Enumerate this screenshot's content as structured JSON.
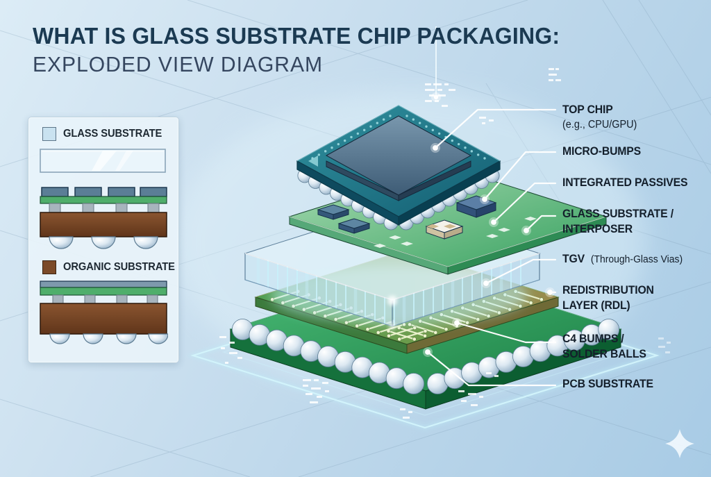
{
  "title": {
    "line1": "WHAT IS GLASS SUBSTRATE CHIP PACKAGING:",
    "line2": "EXPLODED VIEW DIAGRAM"
  },
  "legend": {
    "items": [
      {
        "label": "GLASS SUBSTRATE",
        "swatch_color": "#c9e2f0"
      },
      {
        "label": "ORGANIC SUBSTRATE",
        "swatch_color": "#7b4a28"
      }
    ]
  },
  "labels": [
    {
      "title": "TOP CHIP",
      "subtitle": "(e.g., CPU/GPU)"
    },
    {
      "title": "MICRO-BUMPS",
      "subtitle": ""
    },
    {
      "title": "INTEGRATED PASSIVES",
      "subtitle": ""
    },
    {
      "title": "GLASS SUBSTRATE /",
      "subtitle": "INTERPOSER"
    },
    {
      "title": "TGV",
      "subtitle": "(Through-Glass Vias)"
    },
    {
      "title": "REDISTRIBUTION",
      "subtitle": "LAYER (RDL)"
    },
    {
      "title": "C4 BUMPS /",
      "subtitle": "SOLDER BALLS"
    },
    {
      "title": "PCB SUBSTRATE",
      "subtitle": ""
    }
  ],
  "colors": {
    "background_top": "#dcecf6",
    "background_bottom": "#a8cbe5",
    "title_text": "#1b3a52",
    "label_text": "#141f2b",
    "chip_teal": "#1d7386",
    "die_blue": "#54748e",
    "interposer_green": "#47a76a",
    "glass_blue": "#dceef8",
    "rdl_olive": "#7f8f4b",
    "pcb_green": "#249352",
    "organic_brown": "#7b4a28",
    "solder_ball": "#c9dbe8",
    "glow_cyan": "#bfeef8",
    "leader_line": "#ffffff"
  }
}
